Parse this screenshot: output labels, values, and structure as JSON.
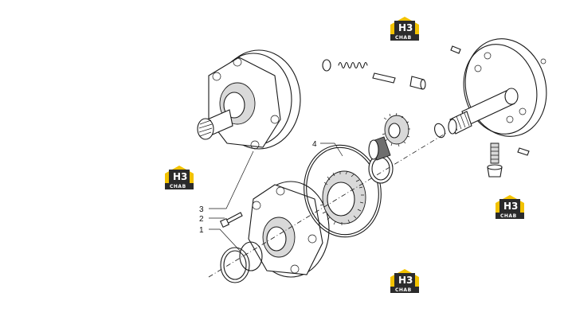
{
  "callouts": [
    {
      "id": "1",
      "label": "1"
    },
    {
      "id": "2",
      "label": "2"
    },
    {
      "id": "3",
      "label": "3"
    },
    {
      "id": "4",
      "label": "4"
    }
  ],
  "watermarks": [
    {
      "mark": "H3",
      "text": "CHAB"
    },
    {
      "mark": "H3",
      "text": "CHAB"
    },
    {
      "mark": "H3",
      "text": "CHAB"
    },
    {
      "mark": "H3",
      "text": "CHAB"
    }
  ],
  "colors": {
    "logo_yellow": "#f2c200",
    "logo_dark": "#2b2b2b",
    "line": "#1a1a1a",
    "background": "#ffffff"
  }
}
